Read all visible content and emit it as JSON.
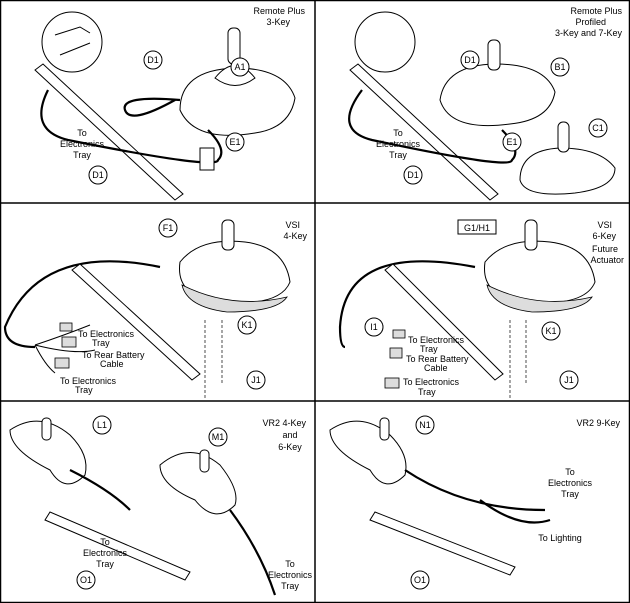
{
  "panels": [
    {
      "title": [
        "Remote Plus",
        "3-Key"
      ],
      "callouts": [
        "D1",
        "A1",
        "E1",
        "D1"
      ],
      "notes": [
        "To",
        "Electronics",
        "Tray"
      ]
    },
    {
      "title": [
        "Remote Plus",
        "Profiled",
        "3-Key and 7-Key"
      ],
      "callouts": [
        "D1",
        "B1",
        "C1",
        "E1",
        "D1"
      ],
      "notes": [
        "To",
        "Electronics",
        "Tray"
      ]
    },
    {
      "title": [
        "VSI",
        "4-Key"
      ],
      "callouts": [
        "F1",
        "K1",
        "J1"
      ],
      "notes": [
        "To Electronics",
        "Tray",
        "To Rear Battery",
        "Cable",
        "To Electronics",
        "Tray"
      ]
    },
    {
      "title": [
        "VSI",
        "6-Key",
        "Future",
        "Actuator"
      ],
      "callouts": [
        "G1/H1",
        "I1",
        "K1",
        "J1"
      ],
      "notes": [
        "To Electronics",
        "Tray",
        "To Rear Battery",
        "Cable",
        "To Electronics",
        "Tray"
      ]
    },
    {
      "title": [
        "VR2 4-Key",
        "and",
        "6-Key"
      ],
      "callouts": [
        "L1",
        "M1",
        "O1"
      ],
      "notes": [
        "To",
        "Electronics",
        "Tray",
        "To",
        "Electronics",
        "Tray"
      ]
    },
    {
      "title": [
        "VR2 9-Key"
      ],
      "callouts": [
        "N1",
        "O1"
      ],
      "notes": [
        "To",
        "Electronics",
        "Tray",
        "To Lighting"
      ]
    }
  ]
}
